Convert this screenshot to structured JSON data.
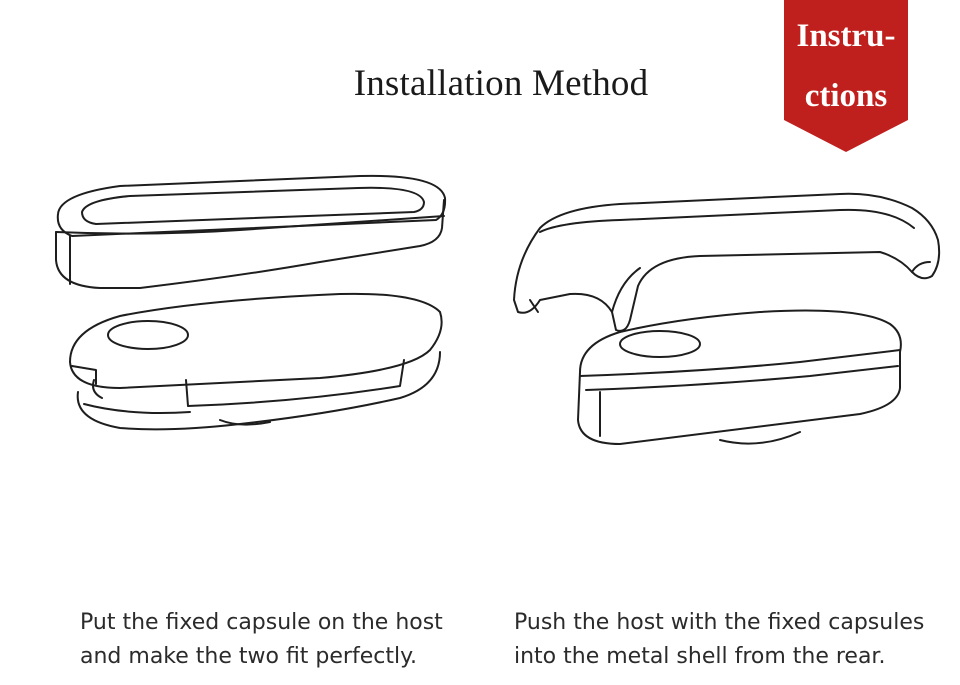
{
  "title": "Installation Method",
  "badge": {
    "line1": "Instru-",
    "line2": "ctions",
    "color": "#c0201d"
  },
  "steps": [
    {
      "line1": "Put the fixed capsule on the host",
      "line2": "and make the two fit perfectly."
    },
    {
      "line1": "Push the host with the fixed capsules",
      "line2": "into the metal shell from the rear."
    }
  ]
}
